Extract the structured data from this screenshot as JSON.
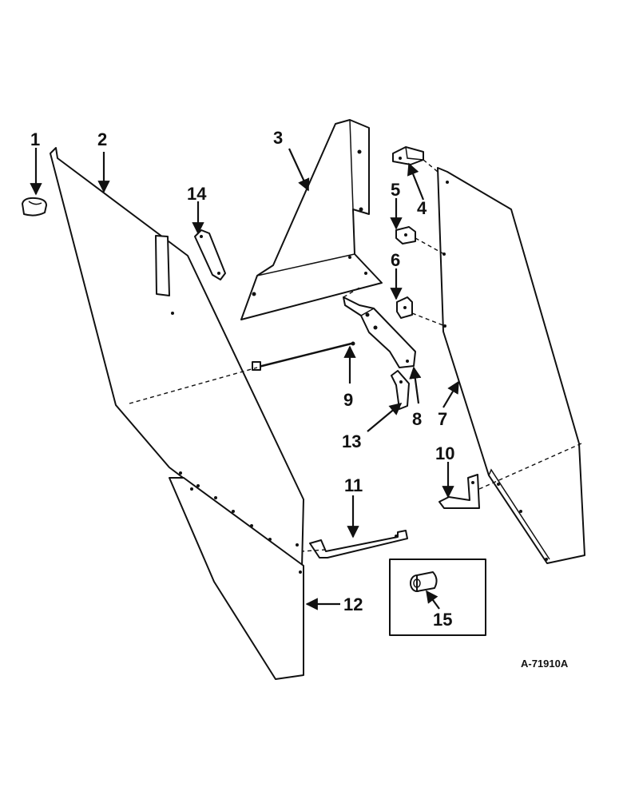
{
  "diagram": {
    "reference_code": "A-71910A",
    "callouts": [
      {
        "id": "1",
        "label": "1"
      },
      {
        "id": "2",
        "label": "2"
      },
      {
        "id": "3",
        "label": "3"
      },
      {
        "id": "4",
        "label": "4"
      },
      {
        "id": "5",
        "label": "5"
      },
      {
        "id": "6",
        "label": "6"
      },
      {
        "id": "7",
        "label": "7"
      },
      {
        "id": "8",
        "label": "8"
      },
      {
        "id": "9",
        "label": "9"
      },
      {
        "id": "10",
        "label": "10"
      },
      {
        "id": "11",
        "label": "11"
      },
      {
        "id": "12",
        "label": "12"
      },
      {
        "id": "13",
        "label": "13"
      },
      {
        "id": "14",
        "label": "14"
      },
      {
        "id": "15",
        "label": "15"
      }
    ]
  }
}
